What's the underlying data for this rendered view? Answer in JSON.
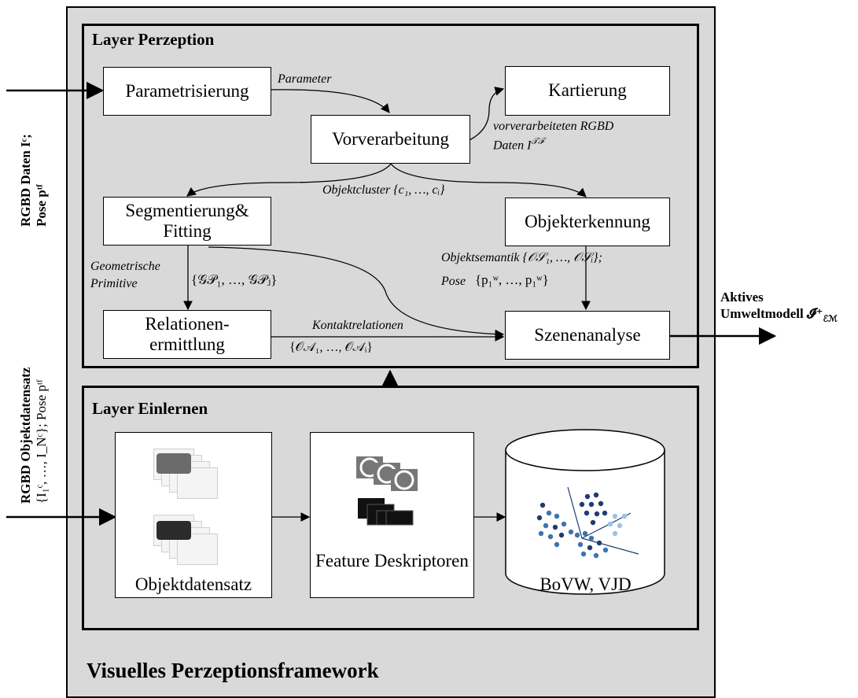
{
  "framework": {
    "title": "Visuelles Perzeptionsframework"
  },
  "layer_perception": {
    "title": "Layer Perzeption",
    "nodes": {
      "parametrisierung": "Parametrisierung",
      "kartierung": "Kartierung",
      "vorverarbeitung": "Vorverarbeitung",
      "segmentierung": "Segmentierung& Fitting",
      "objekterkennung": "Objekterkennung",
      "relationen": "Relationen-ermittlung",
      "szenenanalyse": "Szenenanalyse"
    },
    "edge_labels": {
      "parameter": "Parameter",
      "vorverarbeiteten_1": "vorverarbeiteten RGBD",
      "vorverarbeiteten_2": "Daten I",
      "vorverarbeiteten_sup": "𝒯ℱ",
      "objektcluster": "Objektcluster {c₁, …, cᵢ}",
      "geometrische_1": "Geometrische",
      "geometrische_2": "Primitive",
      "geometrische_set": "{𝒢𝒫₁, …, 𝒢𝒫ⱼ}",
      "objektsemantik": "Objektsemantik {𝒪𝒮₁, …, 𝒪𝒮ᵢ};",
      "pose_label": "Pose",
      "pose_set": "{p₁ʷ, …, p₁ʷ}",
      "kontaktrelationen": "Kontaktrelationen",
      "kontakt_set": "{𝒪𝒜₁, …, 𝒪𝒜ᵢ}"
    }
  },
  "layer_einlernen": {
    "title": "Layer Einlernen",
    "nodes": {
      "objektdatensatz": "Objektdatensatz",
      "feature": "Feature Deskriptoren",
      "bovw": "BoVW, VJD"
    }
  },
  "inputs": {
    "rgbd_top_line1": "RGBD Daten Iᶜ;",
    "rgbd_top_line2": "Pose pᵗᶠ",
    "rgbd_bottom_line1": "RGBD Objektdatensatz",
    "rgbd_bottom_line2": "{I₁ᶜ, …, I_Nᶜ}; Pose pᵗᶠ"
  },
  "output": {
    "line1": "Aktives",
    "line2": "Umweltmodell 𝓘⁺",
    "line2_sub": "ℰℳ"
  },
  "colors": {
    "background": "#d9d9d9",
    "box": "#ffffff",
    "dark_blue": "#1f3b73",
    "mid_blue": "#3d74b0",
    "light_blue": "#9cc3e6"
  }
}
